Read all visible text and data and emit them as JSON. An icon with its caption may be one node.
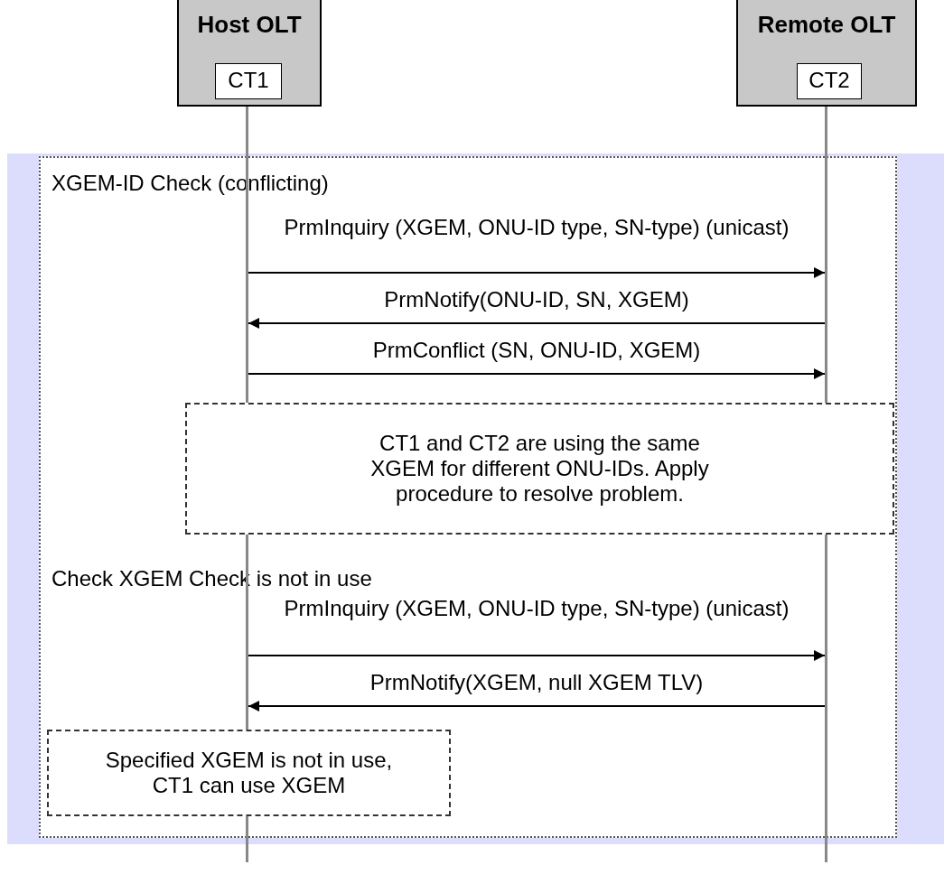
{
  "diagram": {
    "nodes": [
      {
        "text": [
          "Host OLT"
        ]
      },
      {
        "text": [
          "CT1"
        ],
        "in": 0
      },
      {
        "text": [
          "Remote OLT"
        ]
      },
      {
        "text": [
          "CT2"
        ],
        "in": 2
      },
      {
        "text": [
          "XGEM-ID Check (conflicting)"
        ]
      },
      {
        "text": [
          "CT1 and CT2 are using the same XGEM for different ONU-IDs. Apply procedure to resolve problem."
        ],
        "in": 4
      },
      {
        "text": [
          "Check XGEM Check is not in use"
        ]
      },
      {
        "text": [
          "Specified XGEM is not in use, CT1 can use XGEM"
        ],
        "in": 6
      },
      {
        "text": [],
        "shape": "line"
      },
      {
        "text": [],
        "shape": "line"
      }
    ],
    "edges": [
      {
        "from": 8,
        "to": 9,
        "arrow": "to",
        "label": "PrmInquiry (XGEM, ONU-ID type, SN-type) (unicast)"
      },
      {
        "from": 9,
        "to": 8,
        "arrow": "to",
        "label": "PrmNotify(ONU-ID, SN, XGEM)"
      },
      {
        "from": 8,
        "to": 9,
        "arrow": "to",
        "label": "PrmConflict (SN, ONU-ID, XGEM)"
      },
      {
        "from": 8,
        "to": 9,
        "arrow": "to",
        "label": "PrmInquiry (XGEM, ONU-ID type, SN-type) (unicast)"
      },
      {
        "from": 9,
        "to": 8,
        "arrow": "to",
        "label": "PrmNotify(XGEM, null XGEM TLV)"
      }
    ]
  }
}
